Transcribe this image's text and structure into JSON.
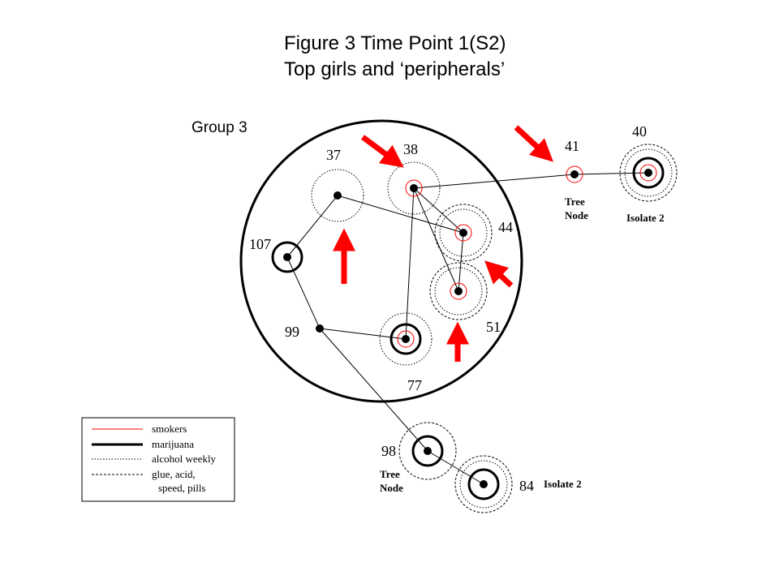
{
  "title": {
    "line1": "Figure 3 Time Point 1(S2)",
    "line2": "Top girls and ‘peripherals’"
  },
  "group_label": "Group 3",
  "colors": {
    "smoker": "#ff0000",
    "arrow": "#ff0000",
    "ink": "#000000"
  },
  "nodes": [
    {
      "id": "37",
      "label": "37",
      "smoker": false,
      "marijuana": false,
      "alcohol": true,
      "drugs": false
    },
    {
      "id": "38",
      "label": "38",
      "smoker": true,
      "marijuana": false,
      "alcohol": true,
      "drugs": false
    },
    {
      "id": "44",
      "label": "44",
      "smoker": true,
      "marijuana": false,
      "alcohol": true,
      "drugs": true
    },
    {
      "id": "51",
      "label": "51",
      "smoker": true,
      "marijuana": false,
      "alcohol": true,
      "drugs": true
    },
    {
      "id": "107",
      "label": "107",
      "smoker": false,
      "marijuana": true,
      "alcohol": false,
      "drugs": false
    },
    {
      "id": "99",
      "label": "99",
      "smoker": false,
      "marijuana": false,
      "alcohol": false,
      "drugs": false
    },
    {
      "id": "77",
      "label": "77",
      "smoker": true,
      "marijuana": true,
      "alcohol": true,
      "drugs": false
    },
    {
      "id": "41",
      "label": "41",
      "smoker": true,
      "marijuana": false,
      "alcohol": false,
      "drugs": false
    },
    {
      "id": "40",
      "label": "40",
      "smoker": true,
      "marijuana": true,
      "alcohol": true,
      "drugs": true
    },
    {
      "id": "98",
      "label": "98",
      "smoker": false,
      "marijuana": true,
      "alcohol": false,
      "drugs": true
    },
    {
      "id": "84",
      "label": "84",
      "smoker": false,
      "marijuana": true,
      "alcohol": true,
      "drugs": true
    }
  ],
  "edges": [
    [
      "107",
      "37"
    ],
    [
      "37",
      "44"
    ],
    [
      "38",
      "44"
    ],
    [
      "38",
      "51"
    ],
    [
      "38",
      "77"
    ],
    [
      "38",
      "41"
    ],
    [
      "44",
      "51"
    ],
    [
      "107",
      "99"
    ],
    [
      "99",
      "77"
    ],
    [
      "99",
      "98"
    ],
    [
      "98",
      "84"
    ],
    [
      "41",
      "40"
    ]
  ],
  "annotations": {
    "tree_node_41": [
      "Tree",
      "Node"
    ],
    "isolate_40": "Isolate 2",
    "tree_node_98": [
      "Tree",
      "Node"
    ],
    "isolate_84": "Isolate 2"
  },
  "legend": {
    "items": [
      {
        "style": "smokers",
        "label": "smokers"
      },
      {
        "style": "marijuana",
        "label": "marijuana"
      },
      {
        "style": "alcohol",
        "label": "alcohol weekly"
      },
      {
        "style": "drugs",
        "label": "glue, acid,"
      }
    ],
    "continuation": "speed, pills"
  }
}
